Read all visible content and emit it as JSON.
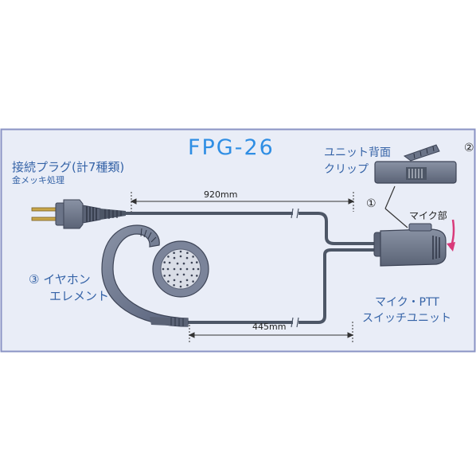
{
  "title": "FPG-26",
  "plug": {
    "label": "接続プラグ(計7種類)",
    "sublabel": "金メッキ処理"
  },
  "clip": {
    "label_line1": "ユニット背面",
    "label_line2": "クリップ",
    "marker": "②"
  },
  "earphone": {
    "label_line1": "③ イヤホン",
    "label_line2": "エレメント"
  },
  "mic": {
    "label": "マイク部"
  },
  "ptt": {
    "label_line1": "マイク・PTT",
    "label_line2": "スイッチユニット"
  },
  "dimensions": {
    "upper_cable": "920mm",
    "lower_cable": "445mm"
  },
  "callout_marker": "①",
  "colors": {
    "panel_bg": "#e9edf7",
    "panel_border": "#8a93c4",
    "cable": "#4d5666",
    "unit": "#6b7488",
    "title": "#2f8ee4",
    "label": "#3563a7",
    "mic_arrow": "#d93a7a"
  }
}
